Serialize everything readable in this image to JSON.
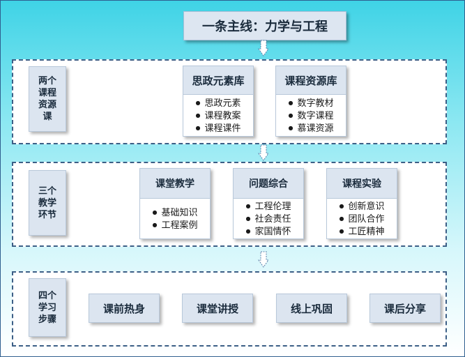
{
  "main_line": "一条主线：力学与工程",
  "section1": {
    "label": "两个\n课程\n资源\n课",
    "cards": [
      {
        "title": "思政元素库",
        "items": [
          "思政元素",
          "课程教案",
          "课程课件"
        ]
      },
      {
        "title": "课程资源库",
        "items": [
          "数字教材",
          "数字课程",
          "慕课资源"
        ]
      }
    ]
  },
  "section2": {
    "label": "三个\n教学\n环节",
    "cards": [
      {
        "title": "课堂教学",
        "items": [
          "基础知识",
          "工程案例"
        ]
      },
      {
        "title": "问题综合",
        "items": [
          "工程伦理",
          "社会责任",
          "家国情怀"
        ]
      },
      {
        "title": "课程实验",
        "items": [
          "创新意识",
          "团队合作",
          "工匠精神"
        ]
      }
    ]
  },
  "section3": {
    "label": "四个\n学习\n步骤",
    "steps": [
      "课前热身",
      "课堂讲授",
      "线上巩固",
      "课后分享"
    ]
  },
  "colors": {
    "box_fill": "#dce5f0",
    "dash_border": "#3c5f86",
    "background_top": "#3fd3e6"
  }
}
